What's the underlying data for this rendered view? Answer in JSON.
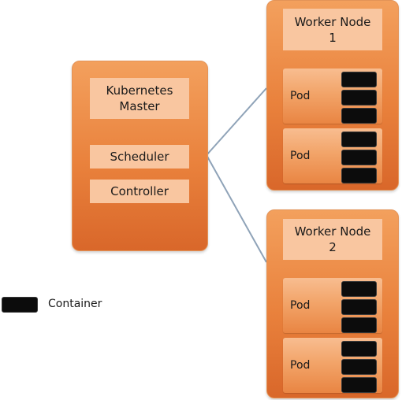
{
  "master": {
    "title": "Kubernetes\nMaster",
    "components": [
      "Scheduler",
      "Controller"
    ]
  },
  "nodes": [
    {
      "title": "Worker Node\n1",
      "pods": [
        {
          "label": "Pod",
          "containers": 3
        },
        {
          "label": "Pod",
          "containers": 3
        }
      ]
    },
    {
      "title": "Worker Node\n2",
      "pods": [
        {
          "label": "Pod",
          "containers": 3
        },
        {
          "label": "Pod",
          "containers": 3
        }
      ]
    }
  ],
  "legend": {
    "label": "Container"
  },
  "colors": {
    "panel": "#e9813c",
    "label_box": "#f9c6a0",
    "container": "#0c0c0c",
    "connector": "#8fa3b8"
  }
}
